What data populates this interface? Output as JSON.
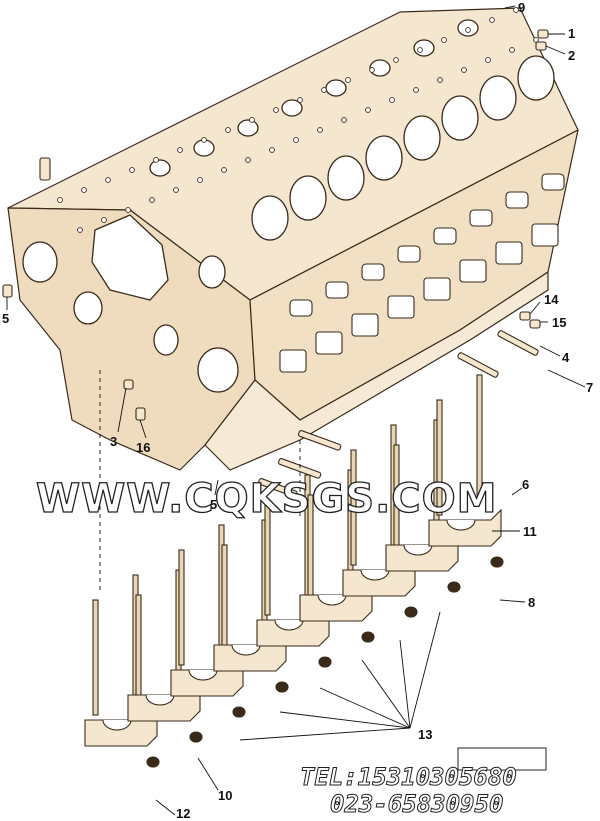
{
  "colors": {
    "paper": "#ffffff",
    "part_fill": "#f4e6cf",
    "part_edge": "#3a2a1a",
    "hole_fill": "#ffffff",
    "ink": "#111111"
  },
  "callouts": [
    "1",
    "2",
    "3",
    "4",
    "5",
    "6",
    "7",
    "8",
    "9",
    "10",
    "11",
    "12",
    "13",
    "14",
    "15",
    "16"
  ],
  "labels": {
    "c1": "1",
    "c2": "2",
    "c3": "3",
    "c4": "4",
    "c5a": "5",
    "c5b": "5",
    "c6": "6",
    "c7": "7",
    "c8": "8",
    "c9": "9",
    "c10": "10",
    "c11": "11",
    "c12": "12",
    "c13": "13",
    "c14": "14",
    "c15": "15",
    "c16": "16"
  },
  "watermark": "WWW.CQKSGS.COM",
  "contact": {
    "tel": "TEL:15310305680",
    "phone": "023-65830950"
  }
}
